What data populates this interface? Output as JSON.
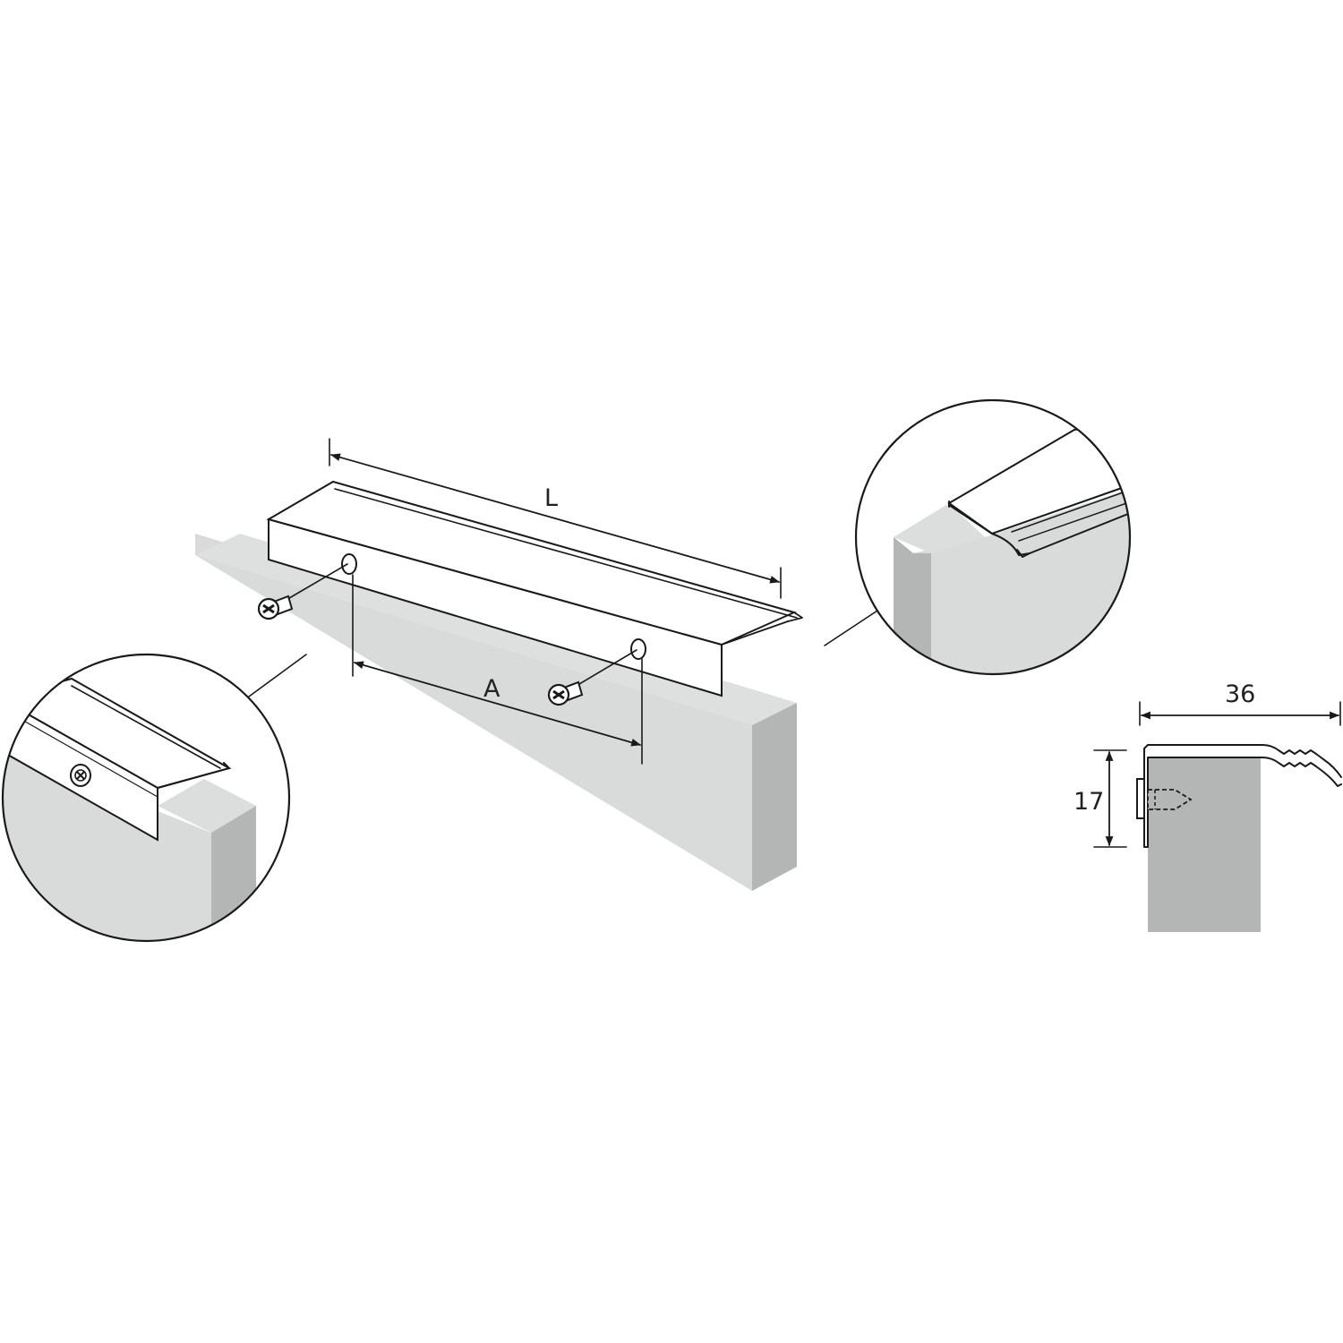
{
  "labels": {
    "length": "L",
    "hole_spacing": "A",
    "profile_width": "36",
    "profile_height": "17"
  },
  "colors": {
    "panel_front": "#d9dada",
    "panel_side": "#b4b5b5",
    "line": "#1a1a1a",
    "background": "#ffffff"
  }
}
